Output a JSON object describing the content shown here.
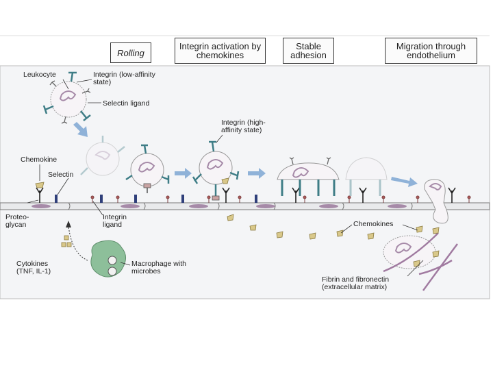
{
  "stages": {
    "rolling": "Rolling",
    "activation": "Integrin activation by chemokines",
    "adhesion": "Stable adhesion",
    "migration": "Migration through endothelium"
  },
  "labels": {
    "leukocyte": "Leukocyte",
    "integrin_low": "Integrin (low-affinity state)",
    "selectin_ligand": "Selectin ligand",
    "integrin_high": "Integrin (high-affinity state)",
    "chemokine": "Chemokine",
    "selectin": "Selectin",
    "proteoglycan": "Proteo-glycan",
    "integrin_ligand": "Integrin ligand",
    "cytokines": "Cytokines (TNF, IL-1)",
    "macrophage": "Macrophage with microbes",
    "chemokines": "Chemokines",
    "fibrin": "Fibrin and fibronectin (extracellular matrix)"
  },
  "colors": {
    "panel_bg": "#f4f5f7",
    "endothelium": "#f2f3f4",
    "nucleus": "#a68aa8",
    "integrin": "#3e7d86",
    "selectin": "#2f3f7a",
    "chemokine": "#d9c88a",
    "arrow": "#8fb2d8",
    "macrophage": "#8dbf9a",
    "fibrin": "#a07aa0"
  }
}
